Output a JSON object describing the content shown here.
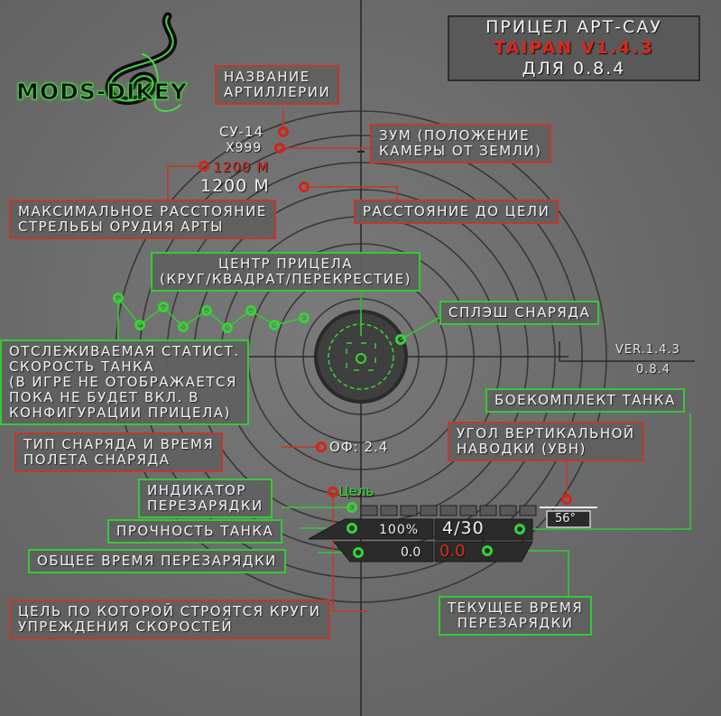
{
  "title": {
    "line1": "ПРИЦЕЛ АРТ-САУ",
    "version": "TAIPAN V1.4.3",
    "line3": "ДЛЯ 0.8.4"
  },
  "logo": {
    "text": "MODS-DIKEY"
  },
  "version_info": {
    "ver": "VER.1.4.3",
    "game": "0.8.4"
  },
  "hud": {
    "vehicle": "СУ-14",
    "zoom": "X999",
    "max_range": "1200 М",
    "target_distance": "1200 М",
    "shell": "ОФ: 2.4",
    "target_word": "Цель",
    "health": "100%",
    "ammo": "4/30",
    "total_reload": "0.0",
    "current_reload": "0.0",
    "elevation": "56°"
  },
  "labels": {
    "artillery_name": "НАЗВАНИЕ\nАРТИЛЛЕРИИ",
    "zoom": "ЗУМ (ПОЛОЖЕНИЕ\nКАМЕРЫ ОТ ЗЕМЛИ)",
    "max_range": "МАКСИМАЛЬНОЕ РАССТОЯНИЕ\nСТРЕЛЬБЫ ОРУДИЯ АРТЫ",
    "target_distance": "РАССТОЯНИЕ ДО ЦЕЛИ",
    "center": "ЦЕНТР ПРИЦЕЛА\n(КРУГ/КВАДРАТ/ПЕРЕКРЕСТИЕ)",
    "splash": "СПЛЭШ СНАРЯДА",
    "tracked_stat": "ОТСЛЕЖИВАЕМАЯ СТАТИСТ.\nСКОРОСТЬ ТАНКА\n(В ИГРЕ НЕ ОТОБРАЖАЕТСЯ\nПОКА НЕ БУДЕТ ВКЛ. В\nКОНФИГУРАЦИИ ПРИЦЕЛА)",
    "ammo": "БОЕКОМПЛЕКТ ТАНКА",
    "elevation": "УГОЛ ВЕРТИКАЛЬНОЙ\nНАВОДКИ (УВН)",
    "shell_type": "ТИП СНАРЯДА И ВРЕМЯ\nПОЛЕТА СНАРЯДА",
    "reload_indicator": "ИНДИКАТОР\nПЕРЕЗАРЯДКИ",
    "health": "ПРОЧНОСТЬ ТАНКА",
    "total_reload": "ОБЩЕЕ ВРЕМЯ ПЕРЕЗАРЯДКИ",
    "target_circles": "ЦЕЛЬ ПО КОТОРОЙ СТРОЯТСЯ КРУГИ\nУПРЕЖДЕНИЯ СКОРОСТЕЙ",
    "current_reload": "ТЕКУЩЕЕ ВРЕМЯ\nПЕРЕЗАРЯДКИ"
  },
  "colors": {
    "background": "#6b6b6b",
    "red_accent": "#c0392b",
    "green_accent": "#37c837",
    "hud_red": "#e02a1f"
  },
  "icons": [
    "snake-logo-icon",
    "red-circle-marker-icon",
    "green-circle-marker-icon",
    "reticle-icon"
  ]
}
